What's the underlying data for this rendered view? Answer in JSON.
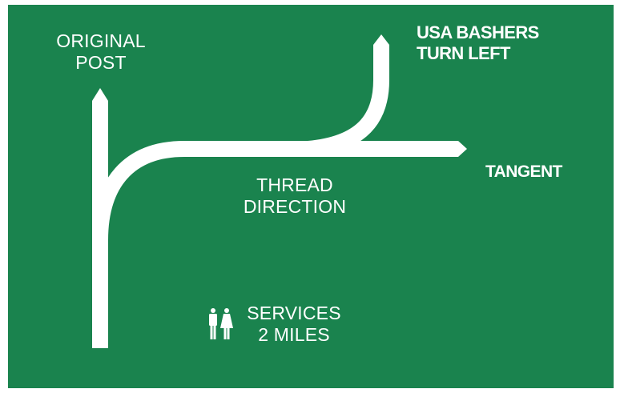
{
  "sign": {
    "background_color": "#1a834e",
    "foreground_color": "#ffffff",
    "labels": {
      "original_post": [
        "ORIGINAL",
        "POST"
      ],
      "usa_bashers": [
        "USA BASHERS",
        "TURN LEFT"
      ],
      "tangent": "TANGENT",
      "thread_direction": [
        "THREAD",
        "DIRECTION"
      ],
      "services": [
        "SERVICES",
        "2 MILES"
      ]
    },
    "icons": {
      "services": "restroom-icon",
      "arrows": [
        "arrow-up-icon",
        "arrow-up-icon",
        "arrow-right-icon"
      ]
    }
  }
}
